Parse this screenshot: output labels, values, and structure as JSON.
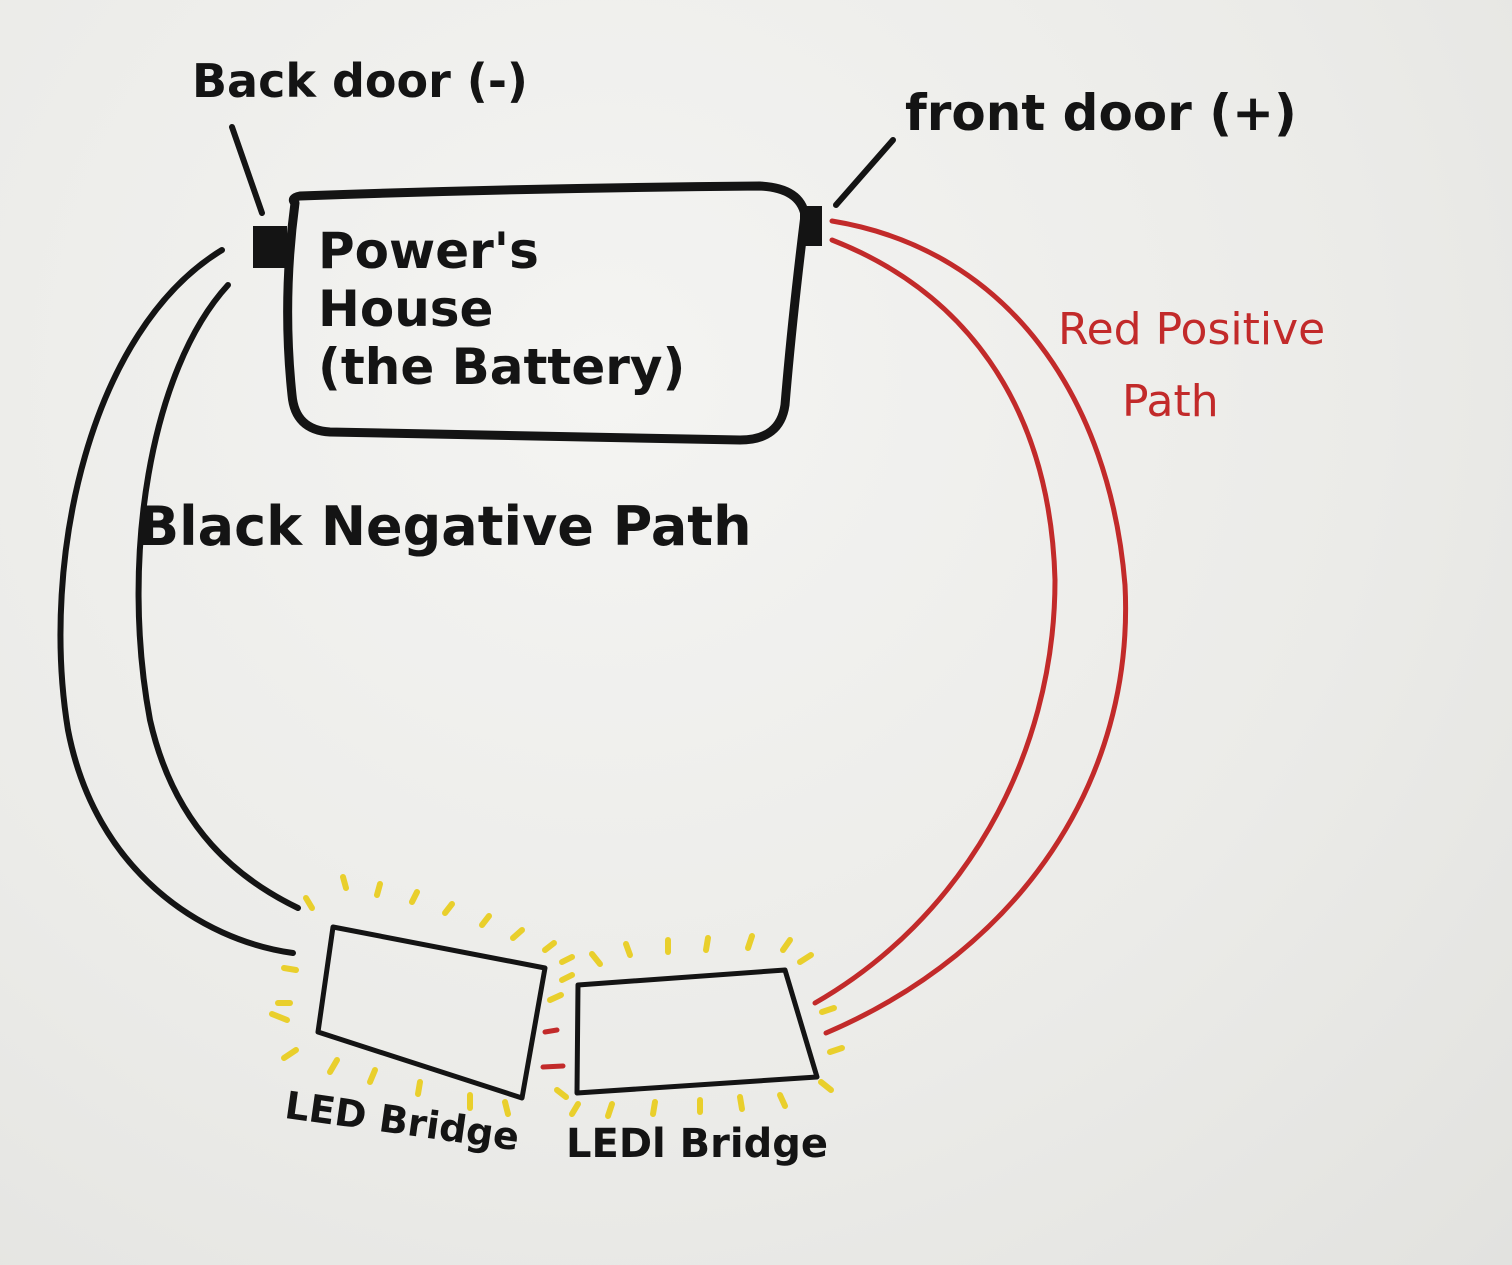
{
  "battery": {
    "label_line1": "Power's",
    "label_line2": "House",
    "label_line3": "(the Battery)"
  },
  "terminals": {
    "negative": "Back door (-)",
    "positive": "front door (+)"
  },
  "paths": {
    "negative": "Black Negative Path",
    "positive_line1": "Red Positive",
    "positive_line2": "Path"
  },
  "leds": [
    {
      "label": "LED Bridge"
    },
    {
      "label": "LEDl Bridge"
    }
  ],
  "colors": {
    "ink": "#141414",
    "red_wire": "#c22a2a",
    "glow": "#e9cf2c"
  }
}
